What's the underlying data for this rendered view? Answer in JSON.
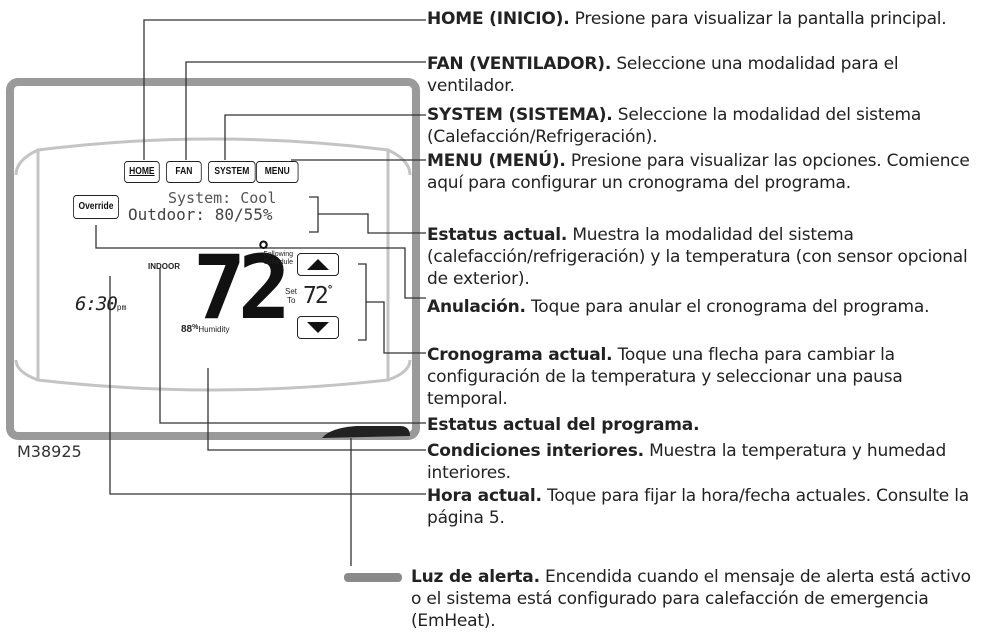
{
  "figure_id": "M38925",
  "thermostat": {
    "buttons": {
      "home": "HOME",
      "fan": "FAN",
      "system": "SYSTEM",
      "menu": "MENU",
      "override": "Override"
    },
    "status_line1": "System: Cool",
    "status_line2": "Outdoor: 80/55%",
    "indoor_label": "INDOOR",
    "indoor_temp": "72",
    "degree": "°",
    "humidity_value": "88",
    "humidity_unit": "%",
    "humidity_label": "Humidity",
    "time": "6:30",
    "time_suffix": "pm",
    "following_line1": "Following",
    "following_line2": "Schedule",
    "set_line1": "Set",
    "set_line2": "To",
    "set_temp": "72",
    "up_icon": "arrow-up-icon",
    "down_icon": "arrow-down-icon"
  },
  "callouts": [
    {
      "title": "HOME (INICIO).",
      "text": " Presione para visualizar la pantalla principal."
    },
    {
      "title": "FAN (VENTILADOR).",
      "text": " Seleccione una modalidad para el ventilador."
    },
    {
      "title": "SYSTEM (SISTEMA).",
      "text": " Seleccione la modalidad del sistema (Calefacción/Refrigeración)."
    },
    {
      "title": "MENU (MENÚ).",
      "text": " Presione para visualizar las opciones. Comience aquí para configurar un cronograma del programa."
    },
    {
      "title": "Estatus actual.",
      "text": " Muestra la modalidad del sistema (calefacción/refrigeración) y la temperatura (con sensor opcional de exterior)."
    },
    {
      "title": "Anulación.",
      "text": " Toque para anular el cronograma del programa."
    },
    {
      "title": "Cronograma actual.",
      "text": " Toque una flecha para cambiar la configuración de la temperatura y seleccionar una pausa temporal."
    },
    {
      "title": "Estatus actual del programa.",
      "text": ""
    },
    {
      "title": "Condiciones interiores.",
      "text": " Muestra la temperatura y humedad interiores."
    },
    {
      "title": "Hora actual.",
      "text": " Toque para fijar la hora/fecha actuales. Consulte la página 5."
    },
    {
      "title": "Luz de alerta.",
      "text": " Encendida cuando el mensaje de alerta está activo o el sistema está configurado para calefacción de emergencia (EmHeat)."
    }
  ]
}
